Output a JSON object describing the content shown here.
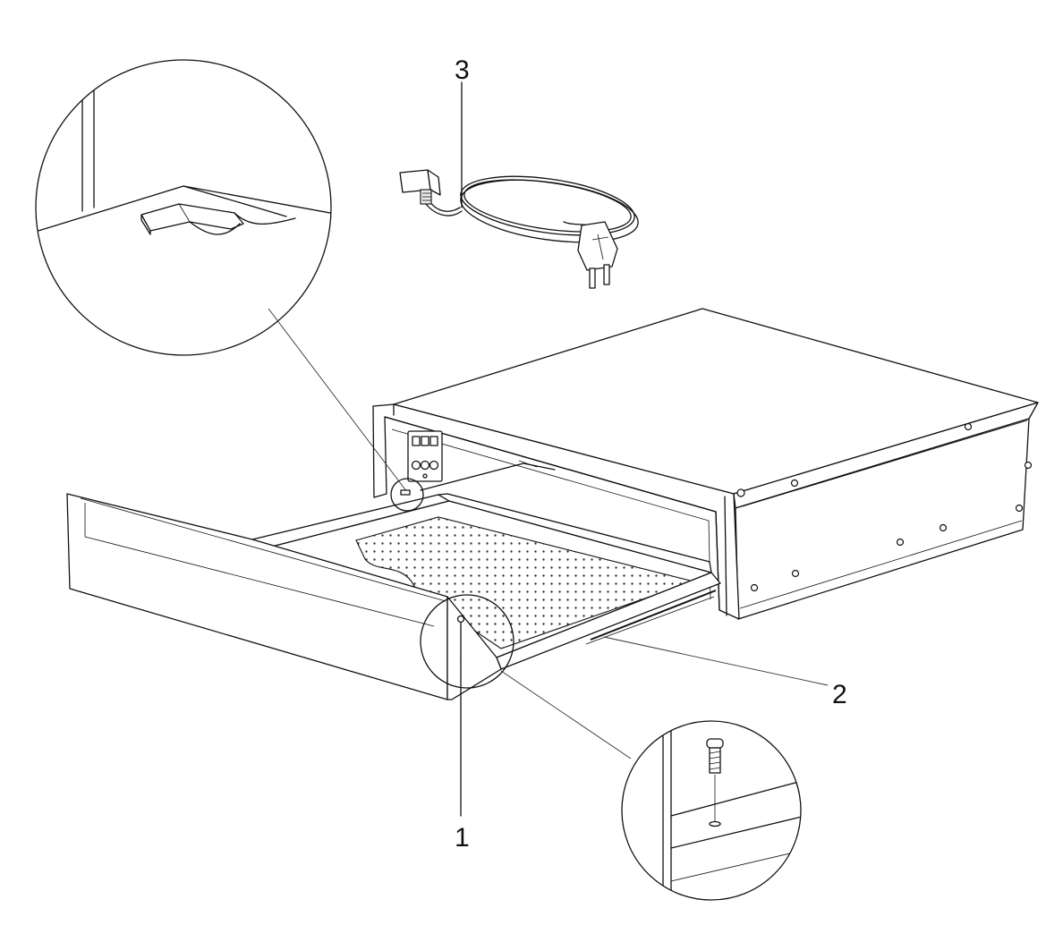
{
  "callouts": {
    "item_1": "1",
    "item_2": "2",
    "item_3": "3"
  },
  "icons": [
    "power-cord-icon",
    "screw-icon",
    "drawer-unit-icon",
    "rail-clip-icon"
  ],
  "colors": {
    "line": "#111111",
    "background": "#ffffff"
  }
}
